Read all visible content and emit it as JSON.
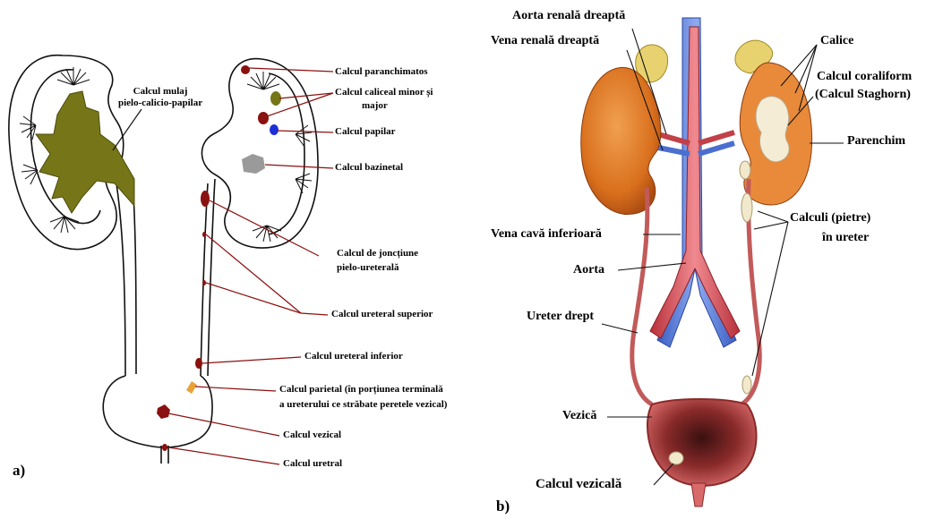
{
  "panel_a": {
    "letter": "a)",
    "labels": {
      "mulaj_1": "Calcul  mulaj",
      "mulaj_2": "pielo-calicio-papilar",
      "paranchimatos": "Calcul paranchimatos",
      "caliceal_1": "Calcul caliceal  minor  și",
      "caliceal_2": "major",
      "papilar": "Calcul papilar",
      "bazinetal": "Calcul bazinetal",
      "jonctiune_1": "Calcul de joncțiune",
      "jonctiune_2": "pielo-ureterală",
      "ureteral_superior": "Calcul ureteral superior",
      "ureteral_inferior": "Calcul ureteral inferior",
      "parietal_1": "Calcul parietal  (în porțiunea terminală",
      "parietal_2": "a ureterului   ce străbate peretele  vezical)",
      "vezical": "Calcul vezical",
      "uretral": "Calcul uretral"
    }
  },
  "panel_b": {
    "letter": "b)",
    "labels": {
      "aorta_renala": "Aorta renală dreaptă",
      "vena_renala": "Vena renală dreaptă",
      "calice": "Calice",
      "coraliform_1": "Calcul coraliform",
      "coraliform_2": "(Calcul Staghorn)",
      "parenchim": "Parenchim",
      "calculi_1": "Calculi (pietre)",
      "calculi_2": "în  ureter",
      "vena_cava": "Vena cavă inferioară",
      "aorta": "Aorta",
      "ureter_drept": "Ureter drept",
      "vezica": "Vezică",
      "calcul_vezicala": "Calcul vezicală"
    }
  },
  "colors": {
    "olive_stone": "#767619",
    "dark_red_stone": "#8b1010",
    "blue_stone": "#1c2fd6",
    "gray_stone": "#9a9a9a",
    "orange_stone": "#e7a23a",
    "kidney_fill": "#d9701e",
    "artery": "#d4535a",
    "vein": "#5277d8"
  }
}
